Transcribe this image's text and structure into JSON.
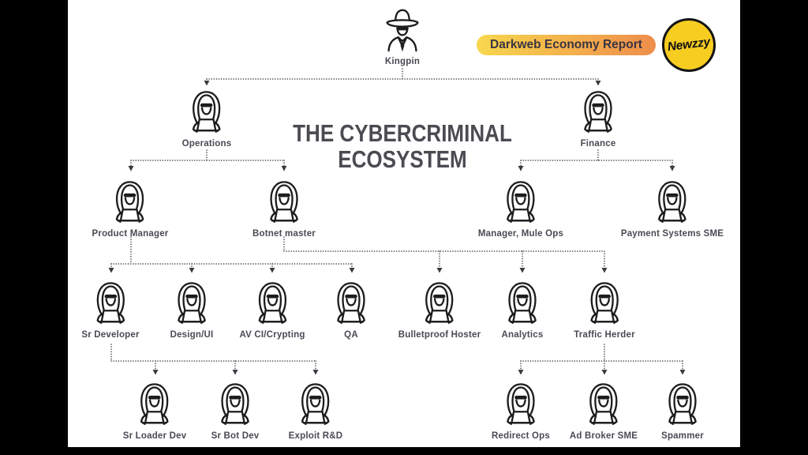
{
  "header": {
    "badge_label": "Darkweb Economy Report",
    "logo_text": "Newzzy"
  },
  "title": {
    "line1": "THE CYBERCRIMINAL",
    "line2": "ECOSYSTEM"
  },
  "colors": {
    "frame": "#000000",
    "canvas": "#ffffff",
    "title_text": "#4d4a52",
    "label_text": "#4b4953",
    "connector": "#3c3b42",
    "icon_stroke": "#1d1d1f",
    "badge_gradient_start": "#f8d74d",
    "badge_gradient_end": "#ee8d4b",
    "badge_text": "#3a3440",
    "logo_fill": "#f8cd21",
    "logo_border": "#141414"
  },
  "chart_data": {
    "type": "org-chart",
    "title": "THE CYBERCRIMINAL ECOSYSTEM",
    "edge_style": "dotted-arrow"
  },
  "nodes": [
    {
      "id": "kingpin",
      "label": "Kingpin",
      "level": 1,
      "reports_to": null,
      "icon": "mafia-boss-icon"
    },
    {
      "id": "operations",
      "label": "Operations",
      "level": 2,
      "reports_to": "kingpin",
      "icon": "hooded-hacker-icon"
    },
    {
      "id": "finance",
      "label": "Finance",
      "level": 2,
      "reports_to": "kingpin",
      "icon": "hooded-hacker-icon"
    },
    {
      "id": "product-manager",
      "label": "Product Manager",
      "level": 3,
      "reports_to": "operations",
      "icon": "hooded-hacker-icon"
    },
    {
      "id": "botnet-master",
      "label": "Botnet master",
      "level": 3,
      "reports_to": "operations",
      "icon": "hooded-hacker-icon"
    },
    {
      "id": "manager-mule-ops",
      "label": "Manager, Mule Ops",
      "level": 3,
      "reports_to": "finance",
      "icon": "hooded-hacker-icon"
    },
    {
      "id": "payment-systems-sme",
      "label": "Payment Systems SME",
      "level": 3,
      "reports_to": "finance",
      "icon": "hooded-hacker-icon"
    },
    {
      "id": "sr-developer",
      "label": "Sr Developer",
      "level": 4,
      "reports_to": "product-manager",
      "icon": "hooded-hacker-icon"
    },
    {
      "id": "design-ui",
      "label": "Design/UI",
      "level": 4,
      "reports_to": "product-manager",
      "icon": "hooded-hacker-icon"
    },
    {
      "id": "av-ci-crypting",
      "label": "AV CI/Crypting",
      "level": 4,
      "reports_to": "product-manager",
      "icon": "hooded-hacker-icon"
    },
    {
      "id": "qa",
      "label": "QA",
      "level": 4,
      "reports_to": "product-manager",
      "icon": "hooded-hacker-icon"
    },
    {
      "id": "bulletproof-hoster",
      "label": "Bulletproof Hoster",
      "level": 4,
      "reports_to": "botnet-master",
      "icon": "hooded-hacker-icon"
    },
    {
      "id": "analytics",
      "label": "Analytics",
      "level": 4,
      "reports_to": "botnet-master",
      "icon": "hooded-hacker-icon"
    },
    {
      "id": "traffic-herder",
      "label": "Traffic Herder",
      "level": 4,
      "reports_to": "botnet-master",
      "icon": "hooded-hacker-icon"
    },
    {
      "id": "sr-loader-dev",
      "label": "Sr Loader Dev",
      "level": 5,
      "reports_to": "sr-developer",
      "icon": "hooded-hacker-icon"
    },
    {
      "id": "sr-bot-dev",
      "label": "Sr Bot Dev",
      "level": 5,
      "reports_to": "sr-developer",
      "icon": "hooded-hacker-icon"
    },
    {
      "id": "exploit-rd",
      "label": "Exploit R&D",
      "level": 5,
      "reports_to": "sr-developer",
      "icon": "hooded-hacker-icon"
    },
    {
      "id": "redirect-ops",
      "label": "Redirect Ops",
      "level": 5,
      "reports_to": "traffic-herder",
      "icon": "hooded-hacker-icon"
    },
    {
      "id": "ad-broker-sme",
      "label": "Ad Broker SME",
      "level": 5,
      "reports_to": "traffic-herder",
      "icon": "hooded-hacker-icon"
    },
    {
      "id": "spammer",
      "label": "Spammer",
      "level": 5,
      "reports_to": "traffic-herder",
      "icon": "hooded-hacker-icon"
    }
  ]
}
